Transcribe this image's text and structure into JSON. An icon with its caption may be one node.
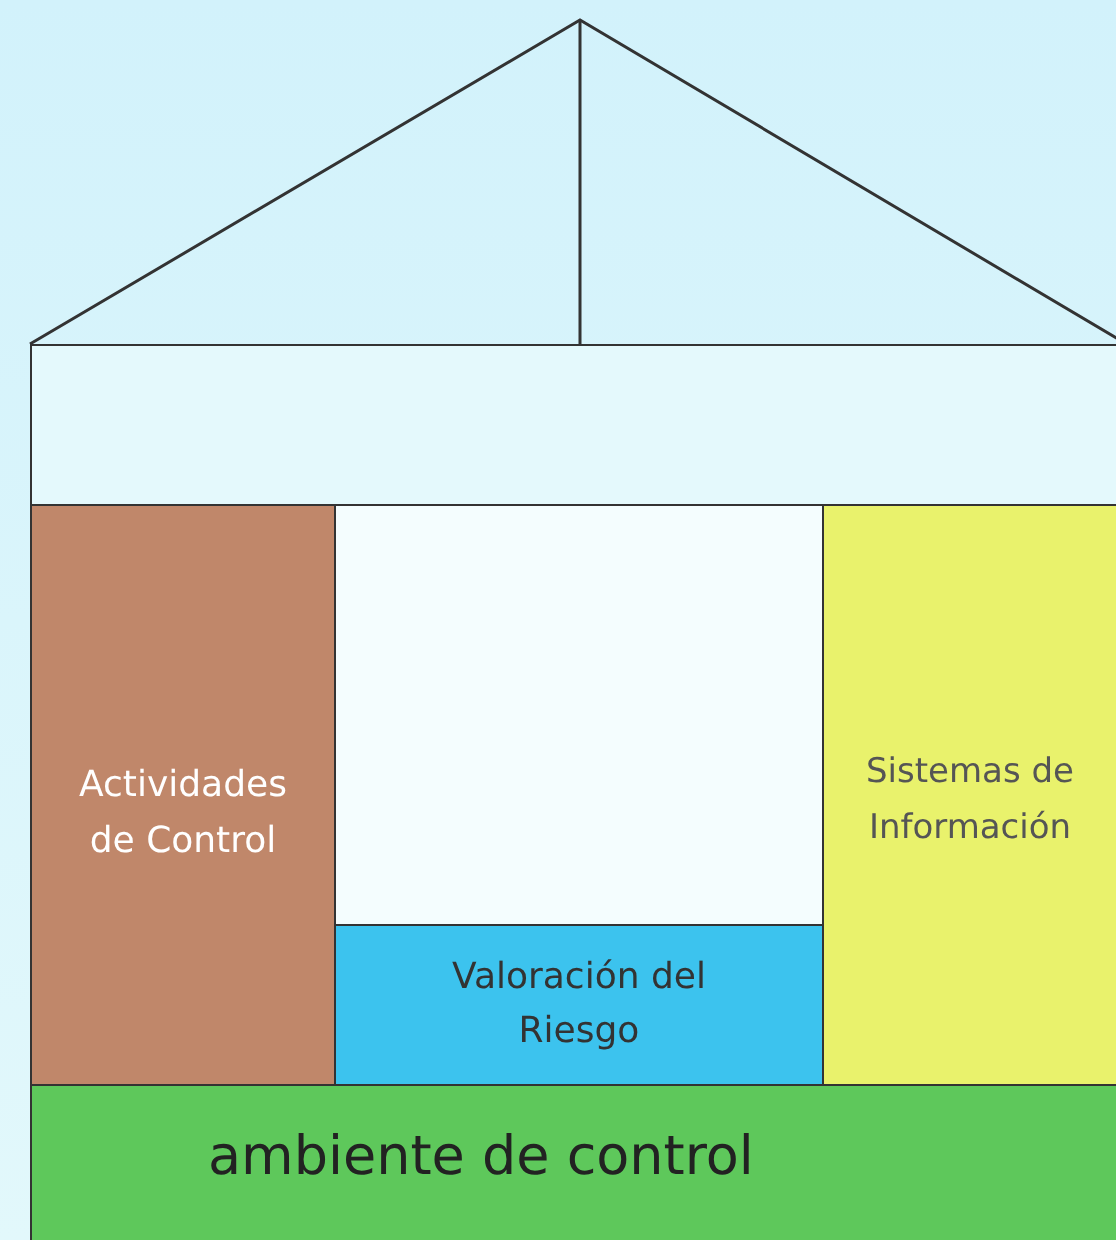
{
  "diagram": {
    "nodes": [
      {
        "text": [],
        "shape": "box"
      },
      {
        "text": [
          "Actividades de Control"
        ]
      },
      {
        "text": [],
        "shape": "box"
      },
      {
        "text": [
          "Sistemas de Información"
        ]
      },
      {
        "text": [
          "Valoración del Riesgo"
        ]
      },
      {
        "text": [
          "ambiente de control"
        ]
      }
    ]
  }
}
